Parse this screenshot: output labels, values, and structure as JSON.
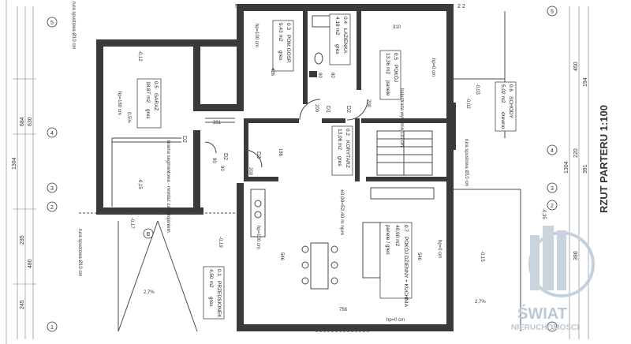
{
  "title": "RZUT PARTERU  1:100",
  "rooms": [
    {
      "id": "garage",
      "number": "0.5",
      "name": "GARAŻ",
      "area": "18,87 m2",
      "floor": "gres"
    },
    {
      "id": "wc",
      "number": "0.3",
      "name": "POM.GOSP.",
      "area": "9,43 m2",
      "floor": "gres"
    },
    {
      "id": "bathroom",
      "number": "0.4",
      "name": "ŁAZIENKA",
      "area": "4,18 m2",
      "floor": "gres"
    },
    {
      "id": "room",
      "number": "0.5",
      "name": "POKÓJ",
      "area": "13,36 m2",
      "floor": "panele"
    },
    {
      "id": "stairs",
      "number": "0.6",
      "name": "SCHODY",
      "area": "5,02 m2",
      "floor": "drewno"
    },
    {
      "id": "corridor",
      "number": "0.2",
      "name": "KORYTARZ",
      "area": "13,06 m2",
      "floor": "gres"
    },
    {
      "id": "entrance",
      "number": "0.1",
      "name": "PRZEDSIONEK",
      "area": "4,50 m2",
      "floor": "gres"
    },
    {
      "id": "living",
      "number": "0.7",
      "name": "POKÓJ DZIENNY + KUCHNIA",
      "area": "40,90 m2",
      "floor": "panele / gres"
    }
  ],
  "annotations": {
    "garage_door": "brama segmentowa - montaż za zbrojeniem",
    "level": "±0,00=52,40 m npm",
    "balustrade": "balustrada wys. min 110 cm",
    "hp_garage": "hp=180 cm",
    "hp_room": "hp=0 cm",
    "hp_top": "hp=100 cm",
    "hp_living": "hp=100 cm",
    "hp_right": "hp=0 cm",
    "hp_bottom": "hp=0 cm",
    "downpipe_left": "rura spustowa Ø10 cm",
    "downpipe_right": "rura spustowa Ø10 cm",
    "downpipe_top": "rura spustowa Ø10 cm",
    "slope1": "2,7%",
    "slope2": "2,7%",
    "slope_garage": "0,5%",
    "level_marks": [
      "-0,12",
      "-0,02",
      "-0,03",
      "-0,35",
      "-0,15",
      "-0,17",
      "-0,19",
      "-0,15"
    ],
    "door_labels": [
      "D1",
      "D2",
      "D3",
      "D2",
      "D2"
    ],
    "door_widths": [
      "200",
      "200",
      "200",
      "90",
      "90",
      "80",
      "80"
    ],
    "section_label": "B"
  },
  "dims": {
    "left_total": "1304",
    "left_a": "684",
    "left_b": "630",
    "left_c": "235",
    "left_d": "480",
    "left_e": "245",
    "right_total": "1304",
    "right_a": "450",
    "right_b": "194",
    "right_c": "220",
    "right_d": "391",
    "right_e": "390",
    "inner_a": "426",
    "inner_b": "546",
    "inner_c": "546",
    "inner_d": "186",
    "inner_e": "310",
    "inner_f": "391",
    "bottom_a": "756",
    "top_a": "5 3",
    "top_b": "2 2"
  },
  "axes_left": [
    "5",
    "4",
    "3",
    "2",
    "1"
  ],
  "axes_right": [
    "5",
    "4",
    "3",
    "2",
    "1"
  ],
  "watermark": {
    "line1": "ŚWIAT",
    "line2": "NIERUCHOMOŚCI"
  }
}
